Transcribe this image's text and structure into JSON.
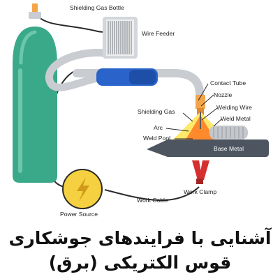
{
  "labels": {
    "shielding_gas_bottle": "Shielding Gas Bottle",
    "wire_feeder": "Wire Feeder",
    "contact_tube": "Contact Tube",
    "nozzle": "Nozzle",
    "shielding_gas": "Shielding Gas",
    "welding_wire": "Welding Wire",
    "arc": "Arc",
    "weld_metal": "Weld Metal",
    "weld_pool": "Weld Pool",
    "base_metal": "Base Metal",
    "work_clamp": "Work Clamp",
    "power_source": "Power Source",
    "work_cable": "Work Cable"
  },
  "caption": {
    "line1": "آشنایی با فرایندهای جوشکاری",
    "line2": "قوس الکتریکی (برق)"
  },
  "colors": {
    "gas_cylinder": "#3aa98a",
    "torch_handle": "#2a63c9",
    "arc_yellow": "#ffd93b",
    "base_metal": "#4d5560",
    "power_source": "#f5d040",
    "work_clamp": "#d62f2f"
  }
}
